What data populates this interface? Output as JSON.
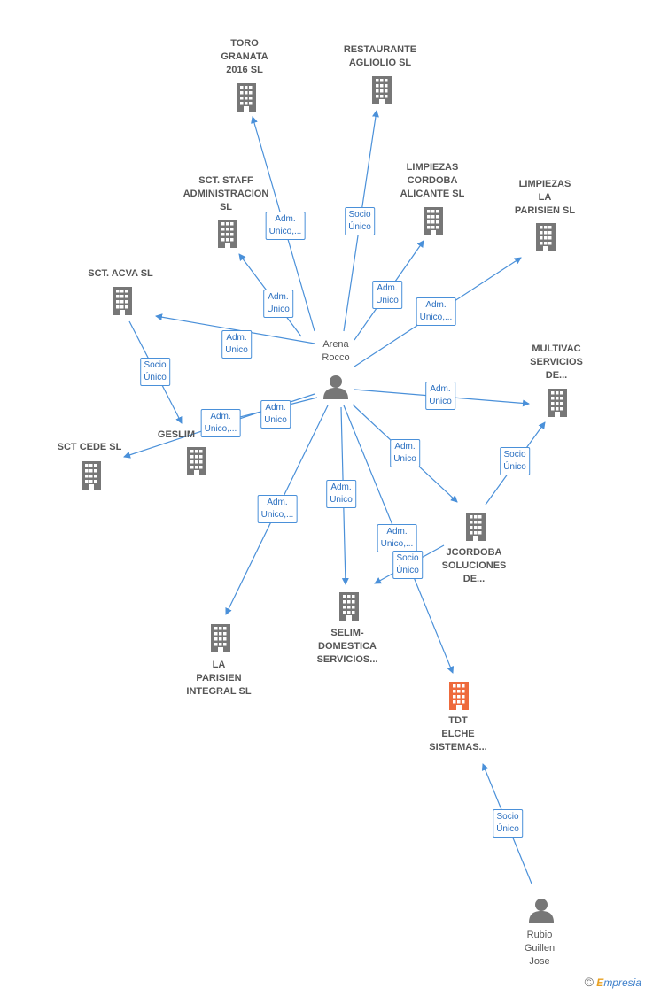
{
  "colors": {
    "edge": "#4a90d9",
    "building": "#777777",
    "highlight": "#ee6a3c",
    "person": "#777777"
  },
  "persons": [
    {
      "id": "arena",
      "name": "Arena\nRocco",
      "icon": "person-icon"
    },
    {
      "id": "rubio",
      "name": "Rubio\nGuillen\nJose",
      "icon": "person-icon"
    }
  ],
  "companies": [
    {
      "id": "toro",
      "name": "TORO\nGRANATA\n2016  SL"
    },
    {
      "id": "restaurante",
      "name": "RESTAURANTE\nAGLIOLIO  SL"
    },
    {
      "id": "staff",
      "name": "SCT.  STAFF\nADMINISTRACION\nSL"
    },
    {
      "id": "limpcord",
      "name": "LIMPIEZAS\nCORDOBA\nALICANTE SL"
    },
    {
      "id": "limpparis",
      "name": "LIMPIEZAS\nLA\nPARISIEN  SL"
    },
    {
      "id": "acva",
      "name": "SCT. ACVA  SL"
    },
    {
      "id": "multivac",
      "name": "MULTIVAC\nSERVICIOS\nDE..."
    },
    {
      "id": "geslim",
      "name": "GESLIM"
    },
    {
      "id": "cede",
      "name": "SCT CEDE  SL"
    },
    {
      "id": "jcordoba",
      "name": "JCORDOBA\nSOLUCIONES\nDE..."
    },
    {
      "id": "selim",
      "name": "SELIM-\nDOMESTICA\nSERVICIOS..."
    },
    {
      "id": "laparis",
      "name": "LA\nPARISIEN\nINTEGRAL  SL"
    },
    {
      "id": "tdt",
      "name": "TDT\nELCHE\nSISTEMAS...",
      "highlight": true
    }
  ],
  "edges": [
    {
      "from": "arena",
      "to": "toro",
      "label": "Adm.\nUnico,..."
    },
    {
      "from": "arena",
      "to": "restaurante",
      "label": "Socio\nÚnico"
    },
    {
      "from": "arena",
      "to": "staff",
      "label": "Adm.\nUnico"
    },
    {
      "from": "arena",
      "to": "limpcord",
      "label": "Adm.\nUnico"
    },
    {
      "from": "arena",
      "to": "limpparis",
      "label": "Adm.\nUnico,..."
    },
    {
      "from": "arena",
      "to": "acva",
      "label": "Adm.\nUnico"
    },
    {
      "from": "acva",
      "to": "geslim",
      "label": "Socio\nÚnico"
    },
    {
      "from": "arena",
      "to": "geslim",
      "label": "Adm.\nUnico"
    },
    {
      "from": "arena",
      "to": "cede",
      "label": "Adm.\nUnico,..."
    },
    {
      "from": "arena",
      "to": "multivac",
      "label": "Adm.\nUnico"
    },
    {
      "from": "arena",
      "to": "jcordoba",
      "label": "Adm.\nUnico"
    },
    {
      "from": "jcordoba",
      "to": "multivac",
      "label": "Socio\nÚnico"
    },
    {
      "from": "arena",
      "to": "laparis",
      "label": "Adm.\nUnico,..."
    },
    {
      "from": "arena",
      "to": "selim",
      "label": "Adm.\nUnico"
    },
    {
      "from": "arena",
      "to": "tdt",
      "label": "Adm.\nUnico,..."
    },
    {
      "from": "jcordoba",
      "to": "selim",
      "label": "Socio\nÚnico"
    },
    {
      "from": "rubio",
      "to": "tdt",
      "label": "Socio\nÚnico"
    }
  ],
  "footer": {
    "copyright": "©",
    "brand_first": "E",
    "brand_rest": "mpresia"
  }
}
